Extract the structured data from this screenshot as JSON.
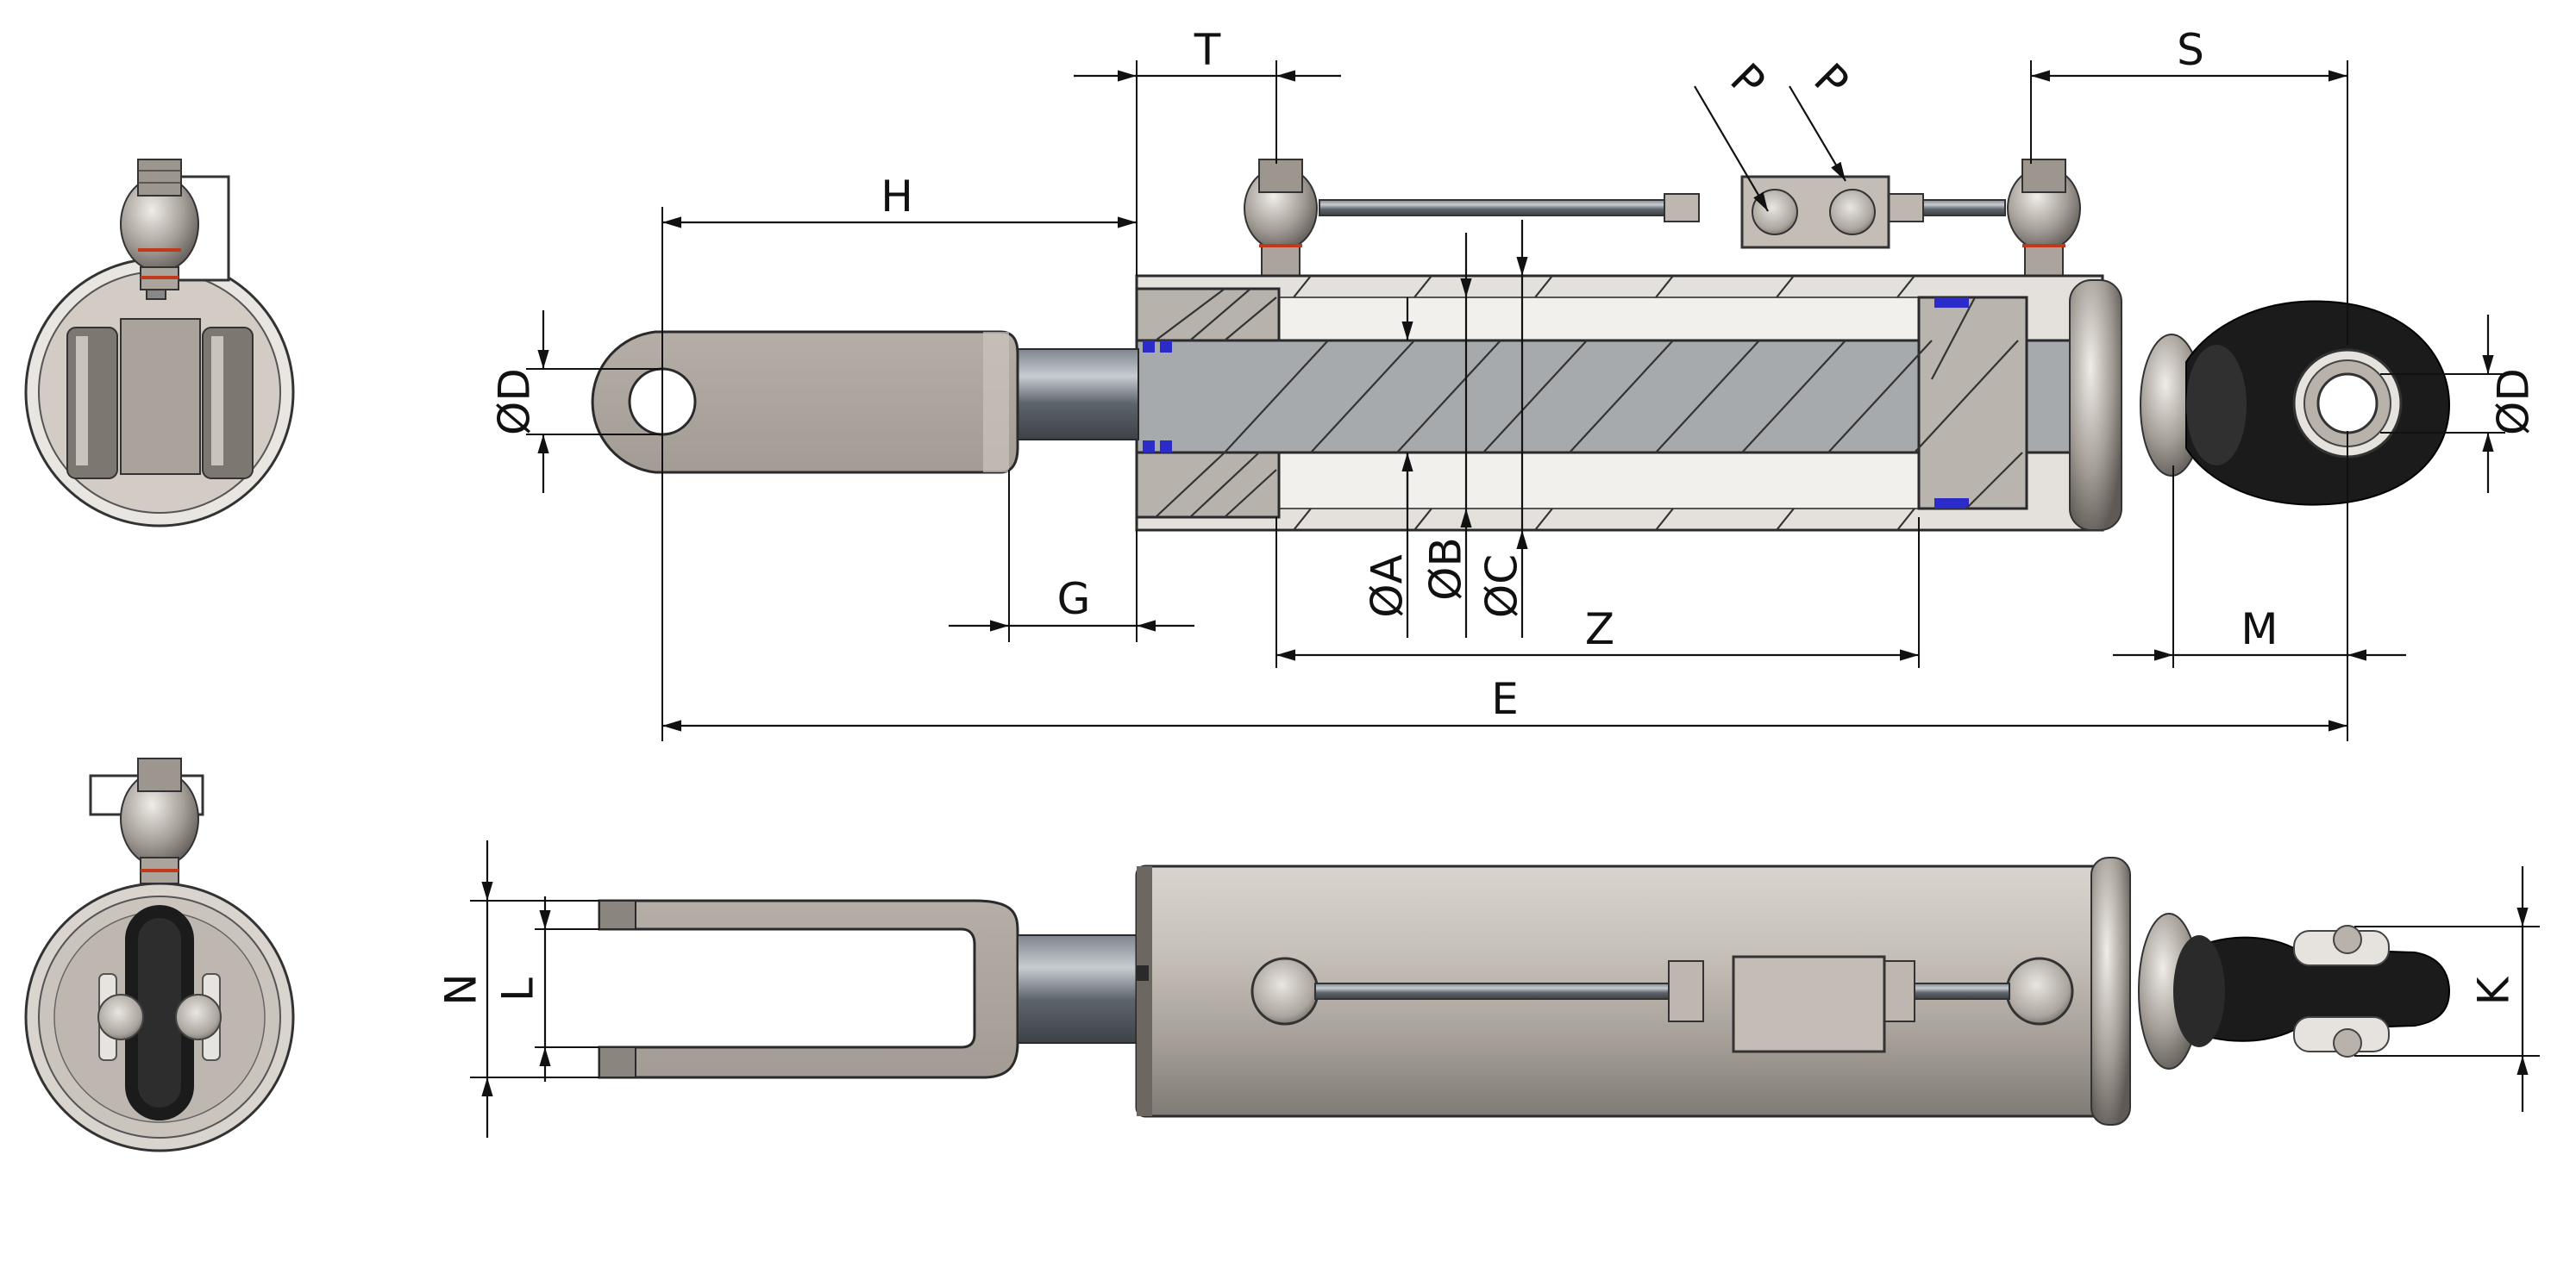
{
  "drawing": {
    "subject": "hydraulic top link cylinder",
    "labels": {
      "T": "T",
      "S": "S",
      "H": "H",
      "P1": "P",
      "P2": "P",
      "D_left": "ØD",
      "D_right": "ØD",
      "A": "ØA",
      "B": "ØB",
      "C": "ØC",
      "G": "G",
      "Z": "Z",
      "M": "M",
      "E": "E",
      "N": "N",
      "L": "L",
      "K": "K"
    }
  },
  "colors": {
    "steel": "#b9b4ad",
    "steel_dark": "#8d877f",
    "rod": "#6f757c",
    "section": "#a9acae",
    "black_rubber": "#1b1b1b",
    "seal_blue": "#2b2bc9",
    "seal_red": "#c0391b",
    "lines": "#111111"
  }
}
